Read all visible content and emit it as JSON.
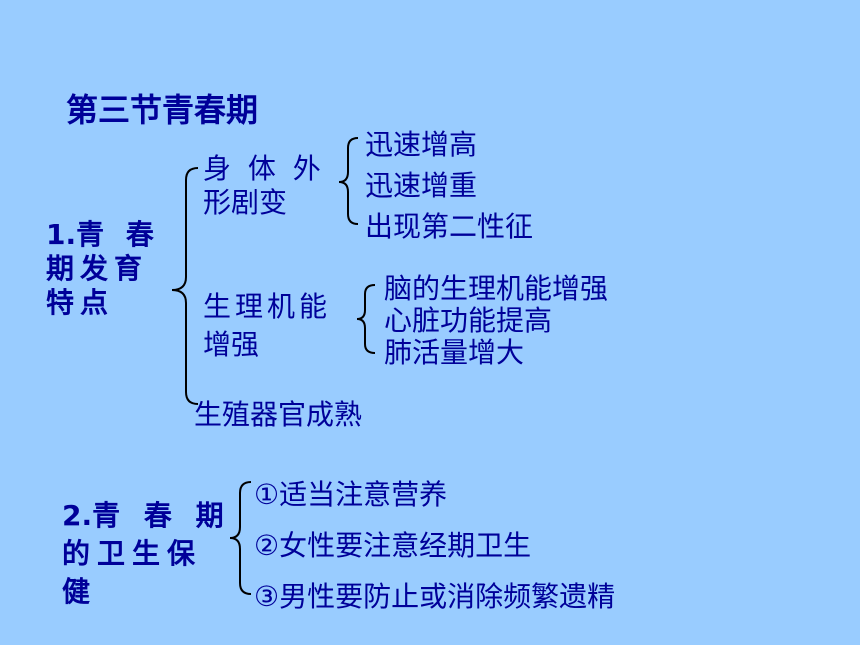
{
  "title": "第三节青春期",
  "section1": {
    "number": "1.",
    "label_lines": [
      "青 春",
      "期发育",
      "特点"
    ],
    "group_body": {
      "label_lines": [
        "身 体 外",
        "形剧变"
      ],
      "items": [
        "迅速增高",
        "迅速增重",
        "出现第二性征"
      ]
    },
    "group_function": {
      "label_lines": [
        "生理机能",
        "增强"
      ],
      "items": [
        "脑的生理机能增强",
        "心脏功能提高",
        "肺活量增大"
      ]
    },
    "organ": "生殖器官成熟"
  },
  "section2": {
    "number": "2.",
    "label_lines": [
      "青 春 期",
      "的卫生保",
      "健"
    ],
    "items": [
      "①适当注意营养",
      "②女性要注意经期卫生",
      "③男性要防止或消除频繁遗精"
    ]
  }
}
